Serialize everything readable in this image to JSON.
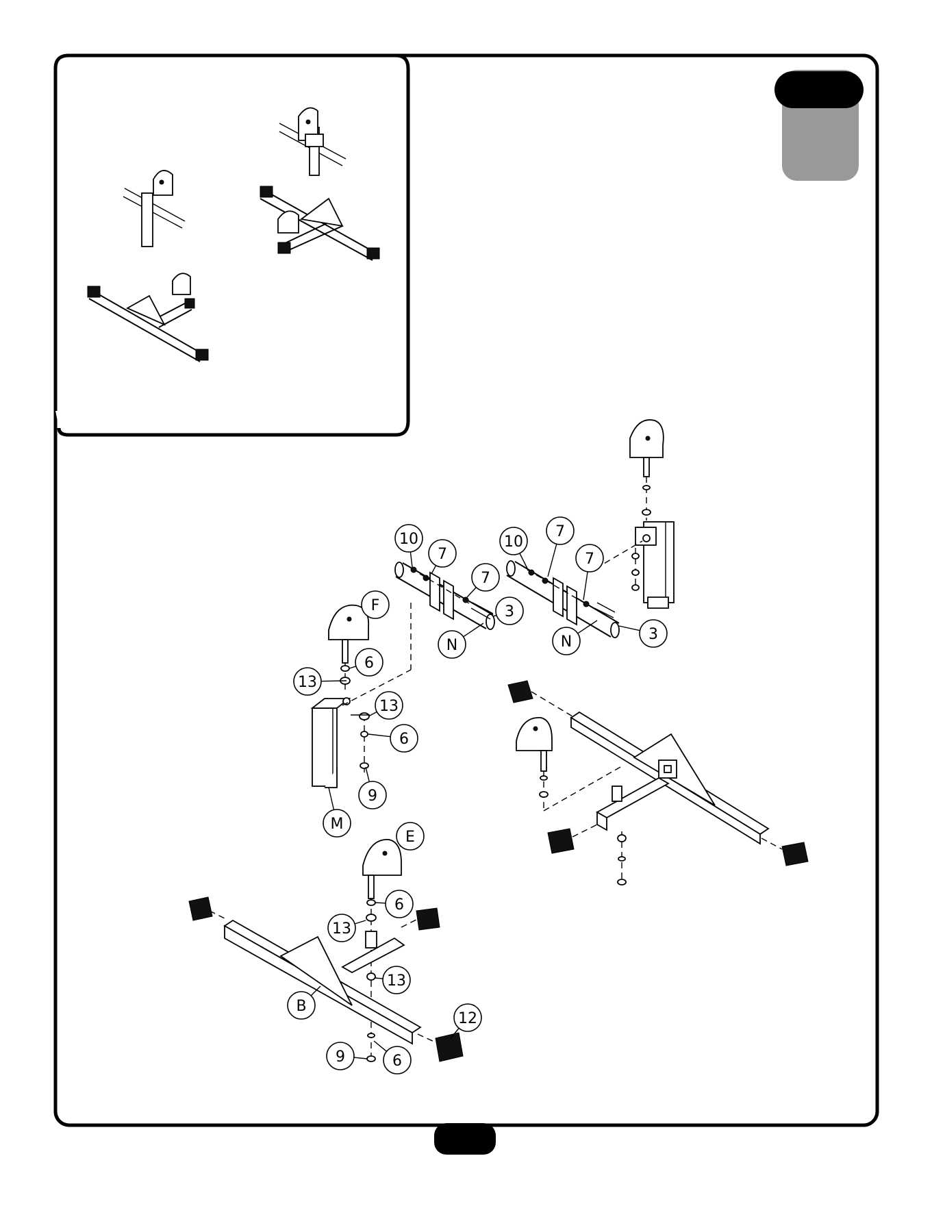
{
  "page": {
    "step_tab_color": "#000000",
    "step_tab_shade_color": "#999999",
    "page_number_tab_color": "#000000"
  },
  "callouts": [
    {
      "id": "c10a",
      "text": "10"
    },
    {
      "id": "c7a",
      "text": "7"
    },
    {
      "id": "c7b",
      "text": "7"
    },
    {
      "id": "cFa",
      "text": "F"
    },
    {
      "id": "c3a",
      "text": "3"
    },
    {
      "id": "cNa",
      "text": "N"
    },
    {
      "id": "c10b",
      "text": "10"
    },
    {
      "id": "c7c",
      "text": "7"
    },
    {
      "id": "c7d",
      "text": "7"
    },
    {
      "id": "c3b",
      "text": "3"
    },
    {
      "id": "cNb",
      "text": "N"
    },
    {
      "id": "c6a",
      "text": "6"
    },
    {
      "id": "c13a",
      "text": "13"
    },
    {
      "id": "c13b",
      "text": "13"
    },
    {
      "id": "c6b",
      "text": "6"
    },
    {
      "id": "c9a",
      "text": "9"
    },
    {
      "id": "cMa",
      "text": "M"
    },
    {
      "id": "cEa",
      "text": "E"
    },
    {
      "id": "c6c",
      "text": "6"
    },
    {
      "id": "c13c",
      "text": "13"
    },
    {
      "id": "c13d",
      "text": "13"
    },
    {
      "id": "cBa",
      "text": "B"
    },
    {
      "id": "c12a",
      "text": "12"
    },
    {
      "id": "c9b",
      "text": "9"
    },
    {
      "id": "c6d",
      "text": "6"
    }
  ]
}
